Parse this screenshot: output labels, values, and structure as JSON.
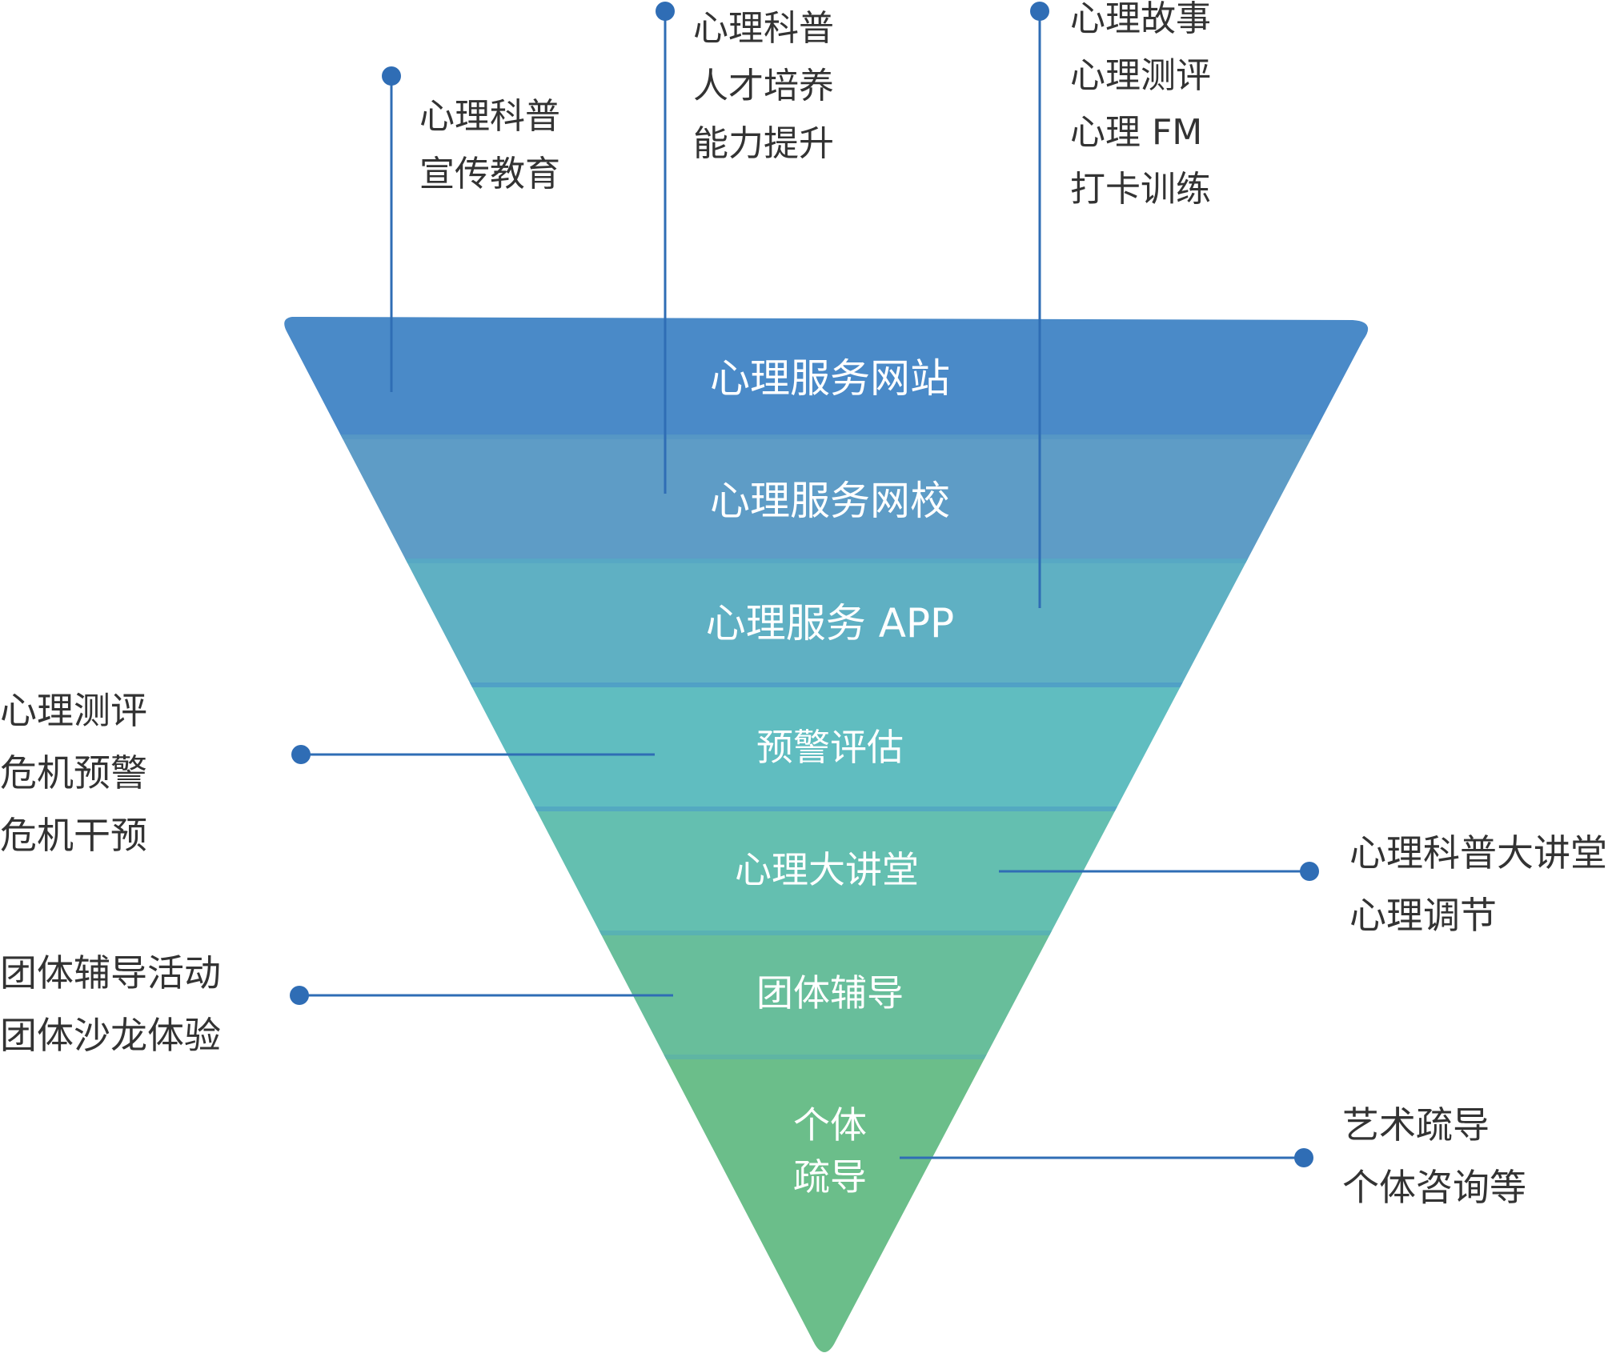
{
  "funnel": {
    "colors": [
      "#4a8ac8",
      "#5e9cc6",
      "#5fb0c3",
      "#60bdc0",
      "#64bfb0",
      "#68be9b",
      "#6bbe8a"
    ],
    "tiers": [
      {
        "label": "心理服务网站"
      },
      {
        "label": "心理服务网校"
      },
      {
        "label": "心理服务 APP"
      },
      {
        "label": "预警评估"
      },
      {
        "label": "心理大讲堂"
      },
      {
        "label": "团体辅导"
      },
      {
        "label": "个体",
        "label2": "疏导"
      }
    ]
  },
  "annotations": {
    "top_left": [
      "心理科普",
      "宣传教育"
    ],
    "top_middle": [
      "心理科普",
      "人才培养",
      "能力提升"
    ],
    "top_right": [
      "心理故事",
      "心理测评",
      "心理 FM",
      "打卡训练"
    ],
    "left_assessment": [
      "心理测评",
      "危机预警",
      "危机干预"
    ],
    "left_group": [
      "团体辅导活动",
      "团体沙龙体验"
    ],
    "right_lecture": [
      "心理科普大讲堂",
      "心理调节"
    ],
    "right_individual": [
      "艺术疏导",
      "个体咨询等"
    ]
  },
  "accent_color": "#2f6db5"
}
